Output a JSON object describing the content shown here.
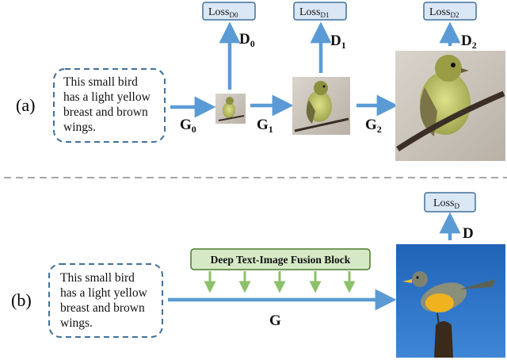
{
  "panel_a": {
    "label": "(a)",
    "caption_lines": [
      "This small bird",
      "has a light yellow",
      "breast and brown",
      "wings."
    ],
    "generators": [
      {
        "name": "G",
        "sub": "0"
      },
      {
        "name": "G",
        "sub": "1"
      },
      {
        "name": "G",
        "sub": "2"
      }
    ],
    "discriminators": [
      {
        "name": "D",
        "sub": "0"
      },
      {
        "name": "D",
        "sub": "1"
      },
      {
        "name": "D",
        "sub": "2"
      }
    ],
    "losses": [
      {
        "name": "Loss",
        "sub": "D0"
      },
      {
        "name": "Loss",
        "sub": "D1"
      },
      {
        "name": "Loss",
        "sub": "D2"
      }
    ]
  },
  "panel_b": {
    "label": "(b)",
    "caption_lines": [
      "This small bird",
      "has a light yellow",
      "breast and brown",
      "wings."
    ],
    "generator": "G",
    "discriminator": "D",
    "loss": {
      "name": "Loss",
      "sub": "D"
    },
    "fusion_block": "Deep Text-Image Fusion Block"
  },
  "colors": {
    "arrow": "#5b9bd5",
    "dashed_border": "#41719c",
    "loss_box_fill": "#dae7f5",
    "loss_box_stroke": "#41719c",
    "fusion_fill": "#d6e9c6",
    "fusion_stroke": "#4a7a2c",
    "fusion_arrow": "#8cc16b",
    "separator": "#a6a6a6"
  }
}
